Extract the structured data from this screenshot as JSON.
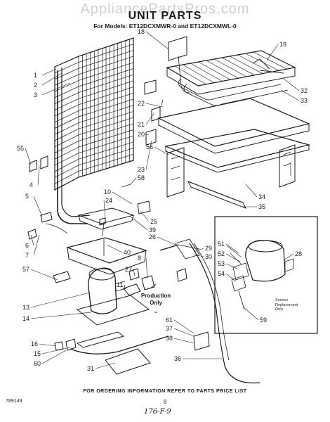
{
  "watermark": "AppliancePartsPros.com",
  "title": "UNIT PARTS",
  "subtitle": "For Models: ET12DCXMWR-0 and ET12DCXMWL-0",
  "footer": "FOR ORDERING INFORMATION REFER TO PARTS PRICE LIST",
  "doc_number": "789149",
  "page_number": "8",
  "handwritten_note": "176-F-9",
  "production_note": "Production Only",
  "service_note": "Service Replacement Only",
  "callouts": [
    "1",
    "2",
    "3",
    "4",
    "5",
    "6",
    "7",
    "8",
    "10",
    "11",
    "13",
    "14",
    "15",
    "16",
    "18",
    "19",
    "20",
    "21",
    "22",
    "23",
    "24",
    "25",
    "26",
    "27",
    "28",
    "29",
    "30",
    "31",
    "32",
    "33",
    "34",
    "35",
    "36",
    "37",
    "38",
    "39",
    "40",
    "51",
    "52",
    "53",
    "54",
    "55",
    "56",
    "57",
    "58",
    "59",
    "60",
    "61"
  ]
}
